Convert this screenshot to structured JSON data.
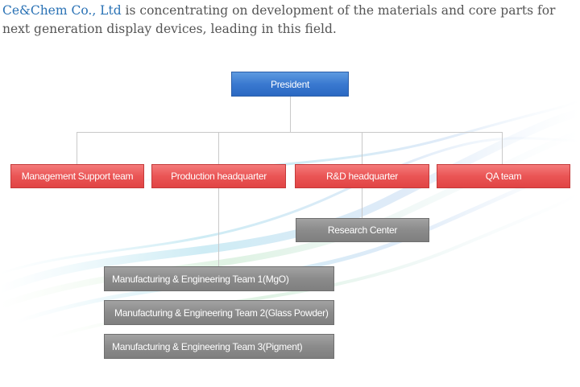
{
  "intro": {
    "company": "Ce&Chem Co., Ltd",
    "text": " is concentrating on development of the materials and core parts for next generation display devices, leading in this field."
  },
  "org": {
    "president": "President",
    "management_support": "Management Support team",
    "production": "Production headquarter",
    "rnd": "R&D headquarter",
    "qa": "QA team",
    "research_center": "Research Center",
    "teams": [
      "Manufacturing & Engineering Team 1(MgO)",
      "Manufacturing & Engineering Team 2(Glass Powder)",
      "Manufacturing & Engineering Team 3(Pigment)"
    ]
  },
  "colors": {
    "president": "#3a79d0",
    "headquarters": "#ea5555",
    "subunits": "#8b8b8b",
    "company_name": "#2a72b5"
  }
}
